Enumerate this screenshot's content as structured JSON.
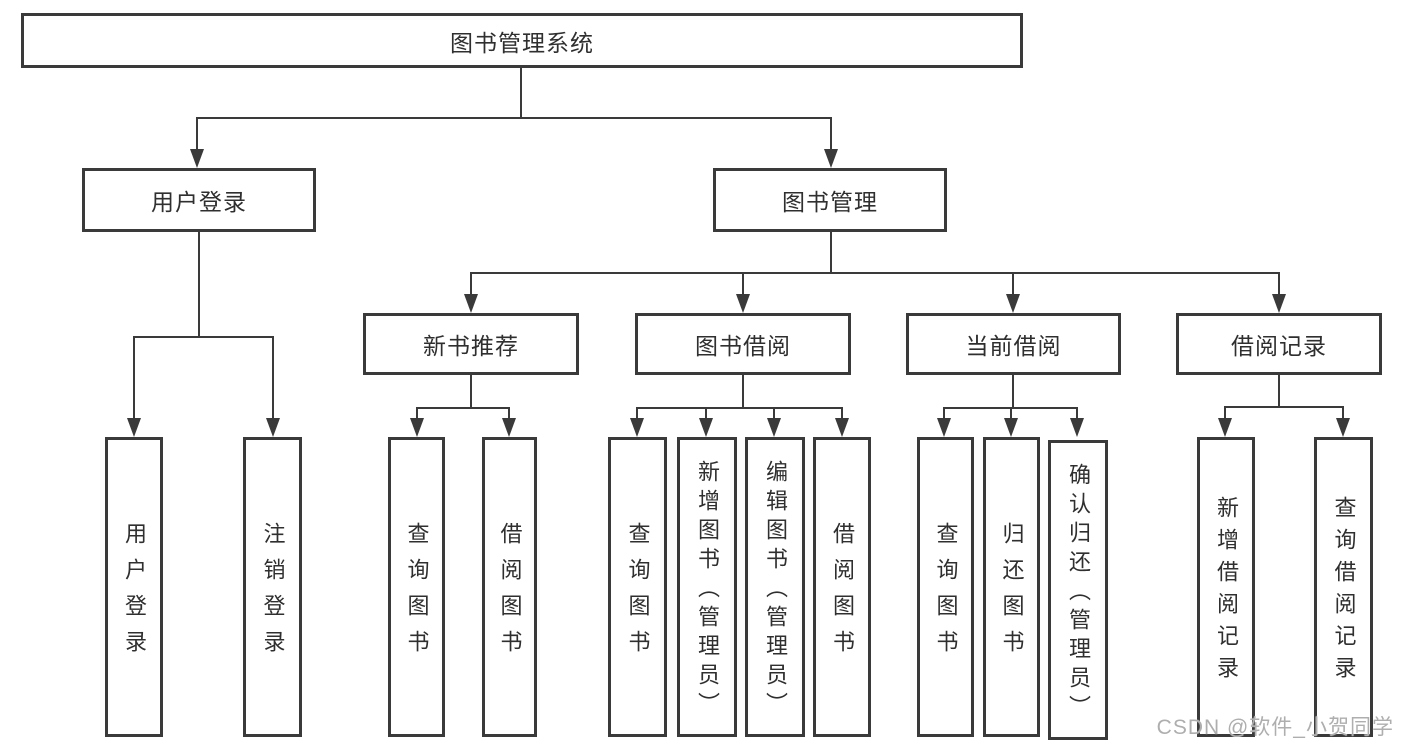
{
  "diagram_title": "图书管理系统",
  "tree": {
    "label": "图书管理系统",
    "children": [
      {
        "label": "用户登录",
        "children": [
          {
            "label": "用户登录"
          },
          {
            "label": "注销登录"
          }
        ]
      },
      {
        "label": "图书管理",
        "children": [
          {
            "label": "新书推荐",
            "children": [
              {
                "label": "查询图书"
              },
              {
                "label": "借阅图书"
              }
            ]
          },
          {
            "label": "图书借阅",
            "children": [
              {
                "label": "查询图书"
              },
              {
                "label": "新增图书（管理员）"
              },
              {
                "label": "编辑图书（管理员）"
              },
              {
                "label": "借阅图书"
              }
            ]
          },
          {
            "label": "当前借阅",
            "children": [
              {
                "label": "查询图书"
              },
              {
                "label": "归还图书"
              },
              {
                "label": "确认归还（管理员）"
              }
            ]
          },
          {
            "label": "借阅记录",
            "children": [
              {
                "label": "新增借阅记录"
              },
              {
                "label": "查询借阅记录"
              }
            ]
          }
        ]
      }
    ]
  },
  "watermark": {
    "text": "CSDN @软件_小贺同学"
  },
  "colors": {
    "line": "#3a3a3a",
    "text": "#2f2f2f",
    "watermark": "#aeaeae",
    "background": "#ffffff"
  }
}
